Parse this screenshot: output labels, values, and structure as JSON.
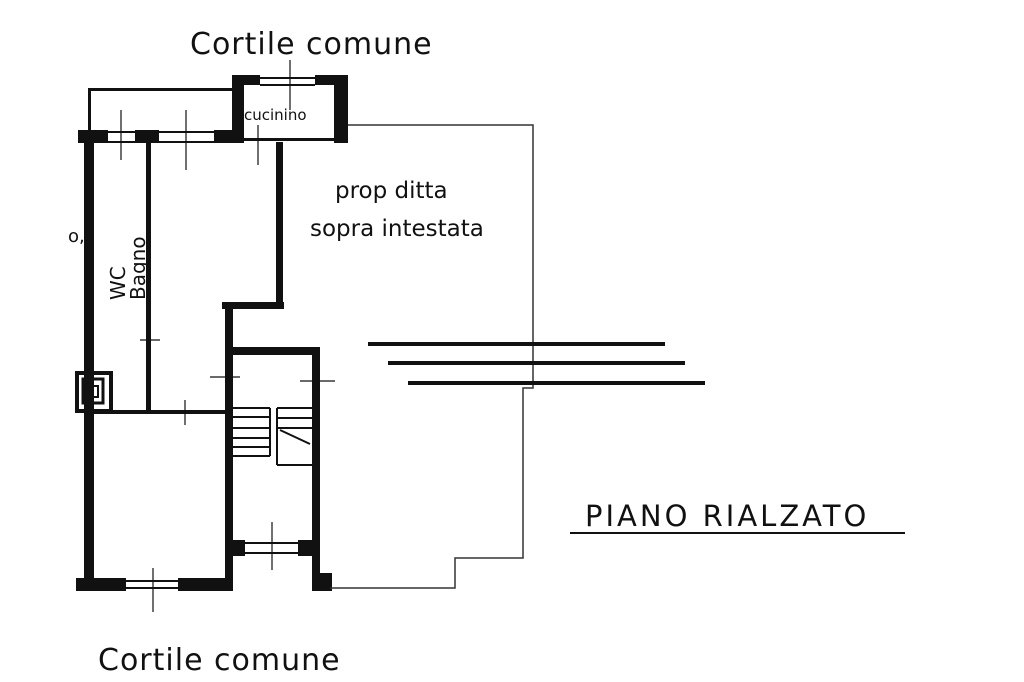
{
  "labels": {
    "top_courtyard": "Cortile comune",
    "bottom_courtyard": "Cortile comune",
    "kitchenette": "cucinino",
    "owner_line1": "prop ditta",
    "owner_line2": "sopra intestata",
    "wc": "WC",
    "bathroom": "Bagno",
    "partial_left": "o,",
    "floor_title": "PIANO RIALZATO"
  },
  "colors": {
    "ink": "#111111",
    "paper": "#ffffff"
  }
}
